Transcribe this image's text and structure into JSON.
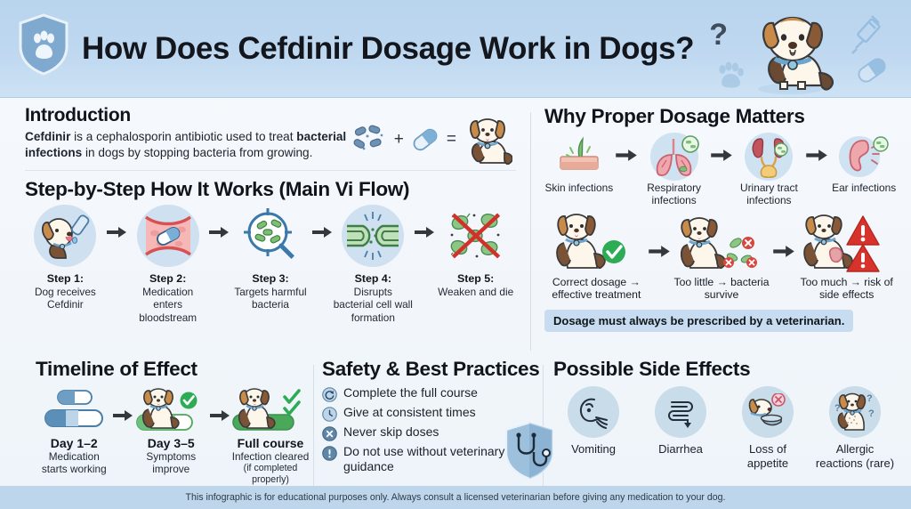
{
  "header": {
    "title": "How Does Cefdinir Dosage Work in Dogs?",
    "logo_icon": "shield-paw-icon",
    "dog_icon": "dog-illustration",
    "syringe_icon": "syringe-icon",
    "capsule_icon": "capsule-icon",
    "paw_icon": "paw-print-icon",
    "question_mark": "?",
    "bg_color": "#bfd8f0"
  },
  "introduction": {
    "heading": "Introduction",
    "body_parts": [
      {
        "text": "Cefdinir",
        "bold": true
      },
      {
        "text": " is a cephalosporin antibiotic used to treat ",
        "bold": false
      },
      {
        "text": "bacterial infections",
        "bold": true
      },
      {
        "text": " in dogs by stopping bacteria from growing.",
        "bold": false
      }
    ],
    "equation": {
      "bacteria_icon": "bacteria-icon",
      "plus": "+",
      "capsule_icon": "capsule-icon",
      "equals": "=",
      "dog_icon": "healthy-dog-icon"
    }
  },
  "steps_section": {
    "heading": "Step-by-Step How It Works (Main Vi Flow)",
    "steps": [
      {
        "title": "Step 1:",
        "desc": "Dog receives Cefdinir",
        "icon": "dog-taking-medicine-icon"
      },
      {
        "title": "Step 2:",
        "desc": "Medication enters bloodstream",
        "icon": "blood-vessel-capsule-icon"
      },
      {
        "title": "Step 3:",
        "desc": "Targets harmful bacteria",
        "icon": "magnifier-bacteria-icon"
      },
      {
        "title": "Step 4:",
        "desc": "Disrupts bacterial cell wall formation",
        "icon": "cell-wall-disruption-icon"
      },
      {
        "title": "Step 5:",
        "desc": "Weaken and die",
        "icon": "bacteria-crossed-out-icon"
      }
    ]
  },
  "dosage_section": {
    "heading": "Why Proper Dosage Matters",
    "infections": [
      {
        "label": "Skin infections",
        "icon": "skin-infection-icon"
      },
      {
        "label": "Respiratory infections",
        "icon": "lungs-icon"
      },
      {
        "label": "Urinary tract infections",
        "icon": "kidneys-bladder-icon"
      },
      {
        "label": "Ear infections",
        "icon": "ear-icon"
      }
    ],
    "outcomes": [
      {
        "label": "Correct dosage → effective treatment",
        "icon": "dog-check-icon",
        "status_color": "#2eab55"
      },
      {
        "label": "Too little → bacteria survive",
        "icon": "dog-bacteria-survive-icon",
        "status_color": "#d8473f"
      },
      {
        "label": "Too much → risk of side effects",
        "icon": "dog-warning-icon",
        "status_color": "#d8322c"
      }
    ],
    "banner": "Dosage must always be prescribed by a veterinarian."
  },
  "timeline_section": {
    "heading": "Timeline of Effect",
    "items": [
      {
        "title": "Day 1–2",
        "desc": "Medication starts working",
        "sub": "",
        "progress": 42,
        "icon": "capsule-progress-icon"
      },
      {
        "title": "Day 3–5",
        "desc": "Symptoms improve",
        "sub": "",
        "progress": 70,
        "icon": "dog-improving-icon"
      },
      {
        "title": "Full course",
        "desc": "Infection cleared",
        "sub": "(if completed properly)",
        "progress": 100,
        "icon": "dog-recovered-icon"
      }
    ],
    "fill_color": "#4f8fc0",
    "done_color": "#49a85a"
  },
  "safety_section": {
    "heading": "Safety & Best Practices",
    "items": [
      {
        "text": "Complete the full course",
        "icon": "refresh-circle-icon"
      },
      {
        "text": "Give at consistent times",
        "icon": "clock-icon"
      },
      {
        "text": "Never skip doses",
        "icon": "x-circle-icon"
      },
      {
        "text": "Do not use without veterinary guidance",
        "icon": "exclamation-circle-icon"
      }
    ],
    "shield_icon": "shield-stethoscope-icon"
  },
  "side_effects_section": {
    "heading": "Possible Side Effects",
    "items": [
      {
        "label": "Vomiting",
        "icon": "vomiting-icon"
      },
      {
        "label": "Diarrhea",
        "icon": "intestines-icon"
      },
      {
        "label": "Loss of appetite",
        "icon": "dog-food-bowl-crossed-icon"
      },
      {
        "label": "Allergic reactions (rare)",
        "icon": "dog-allergy-question-icon"
      }
    ],
    "circle_color": "#c9dce9"
  },
  "footer": {
    "text": "This infographic is for educational purposes only. Always consult a licensed veterinarian before giving any medication to your dog."
  }
}
